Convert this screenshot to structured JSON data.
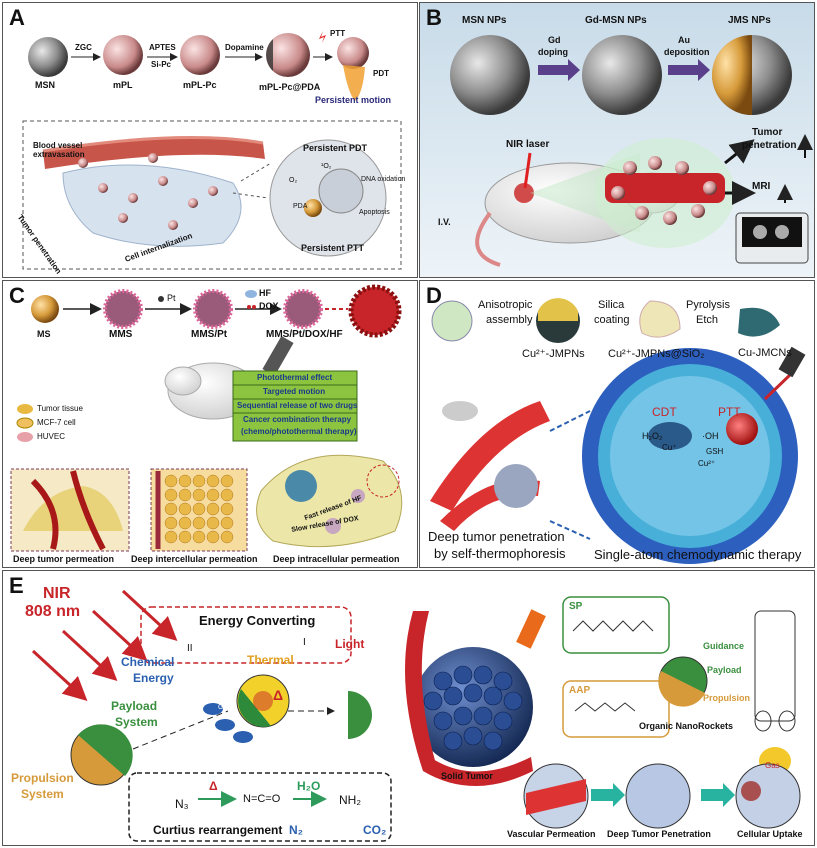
{
  "panels": {
    "A": {
      "label": "A",
      "stages": [
        "MSN",
        "mPL",
        "mPL-Pc",
        "mPL-Pc@PDA"
      ],
      "arrows": [
        "ZGC",
        "APTES",
        "Si-Pc",
        "Dopamine"
      ],
      "ptt": "PTT",
      "pdt": "PDT",
      "motion": "Persistent motion",
      "blood": "Blood vessel extravasation",
      "tumor_pen": "Tumor penetration",
      "cell_int": "Cell internalization",
      "persist_pdt": "Persistent PDT",
      "persist_ptt": "Persistent PTT",
      "dna": "DNA oxidation",
      "apoptosis": "Apoptosis",
      "o2": "O₂",
      "pda": "PDA",
      "singlet": "¹O₂"
    },
    "B": {
      "label": "B",
      "stages": [
        "MSN NPs",
        "Gd-MSN NPs",
        "JMS NPs"
      ],
      "arrow1": [
        "Gd",
        "doping"
      ],
      "arrow2": [
        "Au",
        "deposition"
      ],
      "nir": "NIR laser",
      "iv": "I.V.",
      "tumor": [
        "Tumor",
        "penetration"
      ],
      "mri": "MRI"
    },
    "C": {
      "label": "C",
      "stages": [
        "MS",
        "MMS",
        "MMS/Pt",
        "MMS/Pt/DOX/HF"
      ],
      "pt": "Pt",
      "hf": "HF",
      "dox": "DOX",
      "legend": [
        "Tumor tissue",
        "MCF-7 cell",
        "HUVEC"
      ],
      "effects": [
        "Photothermal effect",
        "Targeted motion",
        "Sequential release of two drugs",
        "Cancer combination therapy",
        "(chemo/photothermal therapy)"
      ],
      "fast": "Fast release of HF",
      "slow": "Slow release of DOX",
      "perm": [
        "Deep tumor permeation",
        "Deep intercellular permeation",
        "Deep intracellular permeation"
      ]
    },
    "D": {
      "label": "D",
      "step1": [
        "Anisotropic",
        "assembly"
      ],
      "step2": [
        "Silica",
        "coating"
      ],
      "step3": [
        "Pyrolysis",
        "Etch"
      ],
      "prod1": "Cu²⁺-JMPNs",
      "prod2": "Cu²⁺-JMPNs@SiO₂",
      "prod3": "Cu-JMCNs",
      "cdt": "CDT",
      "ptt": "PTT",
      "h2o2": "H₂O₂",
      "oh": "·OH",
      "cu1": "Cu⁺",
      "cu2": "Cu²⁺",
      "gsh": "GSH",
      "bottom1": [
        "Deep tumor penetration",
        "by self-thermophoresis"
      ],
      "bottom2": "Single-atom chemodynamic therapy"
    },
    "E": {
      "label": "E",
      "nir": [
        "NIR",
        "808 nm"
      ],
      "energy": "Energy Converting",
      "chemical": [
        "Chemical",
        "Energy"
      ],
      "thermal": "Thermal",
      "light": "Light",
      "numerals": [
        "II",
        "I"
      ],
      "payload": [
        "Payload",
        "System"
      ],
      "propulsion": [
        "Propulsion",
        "System"
      ],
      "gas": "Gas",
      "delta": "Δ",
      "curtius": "Curtius rearrangement",
      "n3": "N₃",
      "nco": "N=C=O",
      "nh2": "NH₂",
      "h2o": "H₂O",
      "n2": "N₂",
      "co2": "CO₂",
      "solid": "Solid Tumor",
      "sp": "SP",
      "aap": "AAP",
      "rocket": [
        "Guidance",
        "Payload",
        "Propulsion"
      ],
      "organic": "Organic NanoRockets",
      "bottom": [
        "Vascular Permeation",
        "Deep Tumor Penetration",
        "Cellular Uptake"
      ]
    }
  },
  "colors": {
    "grey_sphere": "#9a9a9a",
    "gold": "#d69a3a",
    "red": "#c8252a",
    "blue": "#2b60b0",
    "green": "#3a8f3f",
    "tumor_blue": "#1f3d7a"
  }
}
